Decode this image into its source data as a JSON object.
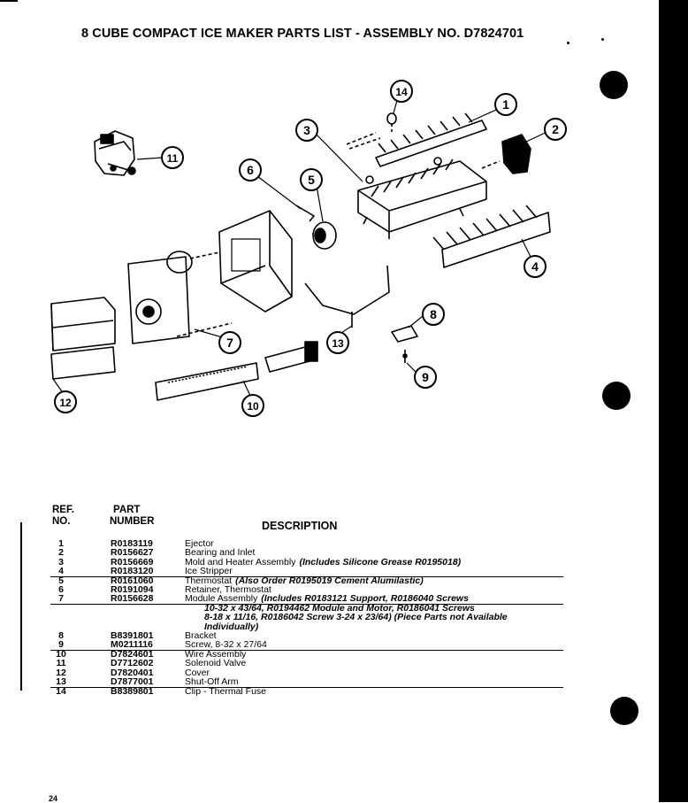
{
  "title": "8 CUBE COMPACT ICE MAKER PARTS LIST  -  ASSEMBLY NO. D7824701",
  "headers": {
    "ref": [
      "REF.",
      "NO."
    ],
    "part": [
      "PART",
      "NUMBER"
    ],
    "description": "DESCRIPTION"
  },
  "page_number": "24",
  "parts": [
    {
      "ref": "1",
      "part": "R0183119",
      "desc": "Ejector",
      "note": ""
    },
    {
      "ref": "2",
      "part": "R0156627",
      "desc": "Bearing and Inlet",
      "note": ""
    },
    {
      "ref": "3",
      "part": "R0156669",
      "desc": "Mold and Heater Assembly",
      "note": "(Includes Silicone Grease  R0195018)"
    },
    {
      "ref": "4",
      "part": "R0183120",
      "desc": "Ice Stripper",
      "note": ""
    },
    {
      "ref": "5",
      "part": "R0161060",
      "desc": "Thermostat",
      "note": "(Also Order R0195019 Cement Alumilastic)"
    },
    {
      "ref": "6",
      "part": "R0191094",
      "desc": "Retainer, Thermostat",
      "note": ""
    },
    {
      "ref": "7",
      "part": "R0156628",
      "desc": "Module Assembly",
      "note": "(Includes R0183121 Support, R0186040 Screws"
    },
    {
      "ref": "",
      "part": "",
      "desc": "",
      "note": "10-32 x 43/64, R0194462 Module and Motor, R0186041 Screws"
    },
    {
      "ref": "",
      "part": "",
      "desc": "",
      "note": "8-18 x 11/16, R0186042 Screw 3-24 x 23/64)  (Piece Parts not Available"
    },
    {
      "ref": "",
      "part": "",
      "desc": "",
      "note": "Individually)"
    },
    {
      "ref": "8",
      "part": "B8391801",
      "desc": "Bracket",
      "note": ""
    },
    {
      "ref": "9",
      "part": "M0211116",
      "desc": "Screw, 8-32 x 27/64",
      "note": ""
    },
    {
      "ref": "10",
      "part": "D7824601",
      "desc": "Wire Assembly",
      "note": ""
    },
    {
      "ref": "11",
      "part": "D7712602",
      "desc": "Solenoid Valve",
      "note": ""
    },
    {
      "ref": "12",
      "part": "D7820401",
      "desc": "Cover",
      "note": ""
    },
    {
      "ref": "13",
      "part": "D7877001",
      "desc": "Shut-Off Arm",
      "note": ""
    },
    {
      "ref": "14",
      "part": "B8389801",
      "desc": "Clip - Thermal Fuse",
      "note": ""
    }
  ],
  "callouts": [
    "1",
    "2",
    "3",
    "4",
    "5",
    "6",
    "7",
    "8",
    "9",
    "10",
    "11",
    "12",
    "13",
    "14"
  ]
}
